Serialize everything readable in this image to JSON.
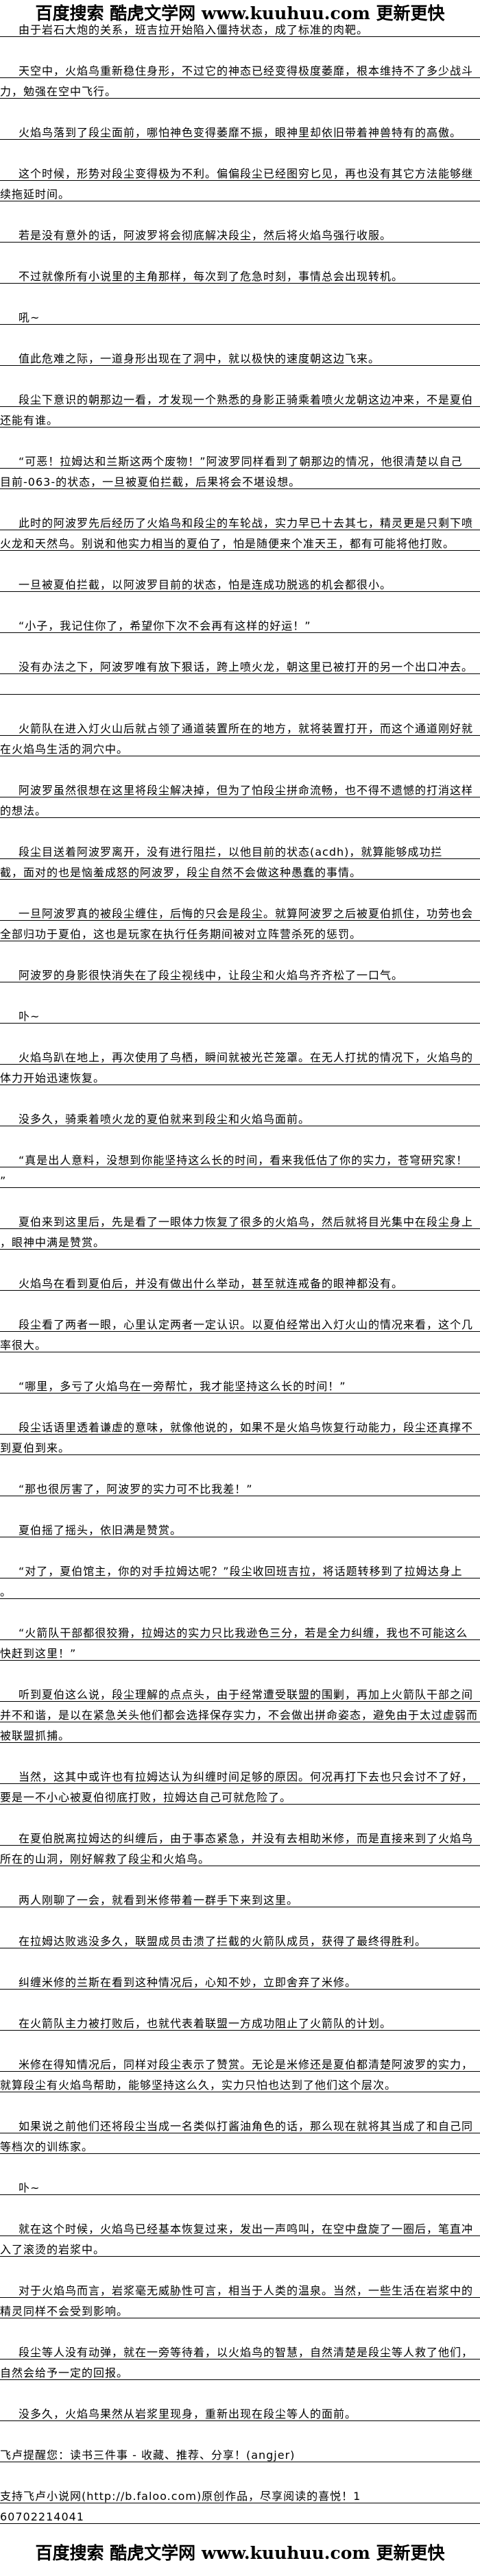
{
  "header_logo": "百度搜索 酷虎文学网 www.kuuhuu.com 更新更快",
  "footer_logo": "百度搜索 酷虎文学网 www.kuuhuu.com 更新更快",
  "paragraphs": [
    {
      "indent": true,
      "lines": [
        "由于岩石大炮的关系，班吉拉开始陷入僵持状态，成了标准的肉靶。"
      ]
    },
    {
      "indent": true,
      "lines": [
        "天空中，火焰鸟重新稳住身形，不过它的神态已经变得极度萎靡，根本维持不了多少战斗",
        "力，勉强在空中飞行。"
      ]
    },
    {
      "indent": true,
      "lines": [
        "火焰鸟落到了段尘面前，哪怕神色变得萎靡不振，眼神里却依旧带着神兽特有的高傲。"
      ]
    },
    {
      "indent": true,
      "lines": [
        "这个时候，形势对段尘变得极为不利。偏偏段尘已经图穷匕见，再也没有其它方法能够继",
        "续拖延时间。"
      ]
    },
    {
      "indent": true,
      "lines": [
        "若是没有意外的话，阿波罗将会彻底解决段尘，然后将火焰鸟强行收服。"
      ]
    },
    {
      "indent": true,
      "lines": [
        "不过就像所有小说里的主角那样，每次到了危急时刻，事情总会出现转机。"
      ]
    },
    {
      "indent": true,
      "lines": [
        "吼~"
      ]
    },
    {
      "indent": true,
      "lines": [
        "值此危难之际，一道身形出现在了洞中，就以极快的速度朝这边飞来。"
      ]
    },
    {
      "indent": true,
      "lines": [
        "段尘下意识的朝那边一看，才发现一个熟悉的身影正骑乘着喷火龙朝这边冲来，不是夏伯",
        "还能有谁。"
      ]
    },
    {
      "indent": true,
      "lines": [
        "“可恶！拉姆达和兰斯这两个废物！”阿波罗同样看到了朝那边的情况，他很清楚以自己",
        "目前-063-的状态，一旦被夏伯拦截，后果将会不堪设想。"
      ]
    },
    {
      "indent": true,
      "lines": [
        "此时的阿波罗先后经历了火焰鸟和段尘的车轮战，实力早已十去其七，精灵更是只剩下喷",
        "火龙和天然鸟。别说和他实力相当的夏伯了，怕是随便来个准天王，都有可能将他打败。"
      ]
    },
    {
      "indent": true,
      "lines": [
        "一旦被夏伯拦截，以阿波罗目前的状态，怕是连成功脱逃的机会都很小。"
      ]
    },
    {
      "indent": true,
      "lines": [
        "“小子，我记住你了，希望你下次不会再有这样的好运！”"
      ]
    },
    {
      "indent": true,
      "lines": [
        "没有办法之下，阿波罗唯有放下狠话，跨上喷火龙，朝这里已被打开的另一个出口冲去。",
        ""
      ]
    },
    {
      "indent": true,
      "lines": [
        "火箭队在进入灯火山后就占领了通道装置所在的地方，就将装置打开，而这个通道刚好就",
        "在火焰鸟生活的洞穴中。"
      ]
    },
    {
      "indent": true,
      "lines": [
        "阿波罗虽然很想在这里将段尘解决掉，但为了怕段尘拼命流畅，也不得不遗憾的打消这样",
        "的想法。"
      ]
    },
    {
      "indent": true,
      "lines": [
        "段尘目送着阿波罗离开，没有进行阻拦，以他目前的状态(acdh)，就算能够成功拦",
        "截，面对的也是恼羞成怒的阿波罗，段尘自然不会做这种愚蠢的事情。"
      ]
    },
    {
      "indent": true,
      "lines": [
        "一旦阿波罗真的被段尘缠住，后悔的只会是段尘。就算阿波罗之后被夏伯抓住，功劳也会",
        "全部归功于夏伯，这也是玩家在执行任务期间被对立阵营杀死的惩罚。"
      ]
    },
    {
      "indent": true,
      "lines": [
        "阿波罗的身影很快消失在了段尘视线中，让段尘和火焰鸟齐齐松了一口气。"
      ]
    },
    {
      "indent": true,
      "lines": [
        "卟~"
      ]
    },
    {
      "indent": true,
      "lines": [
        "火焰鸟趴在地上，再次使用了鸟栖，瞬间就被光芒笼罩。在无人打扰的情况下，火焰鸟的",
        "体力开始迅速恢复。"
      ]
    },
    {
      "indent": true,
      "lines": [
        "没多久，骑乘着喷火龙的夏伯就来到段尘和火焰鸟面前。"
      ]
    },
    {
      "indent": true,
      "lines": [
        "“真是出人意料，没想到你能坚持这么长的时间，看来我低估了你的实力，苍穹研究家！",
        "”"
      ]
    },
    {
      "indent": true,
      "lines": [
        "夏伯来到这里后，先是看了一眼体力恢复了很多的火焰鸟，然后就将目光集中在段尘身上",
        "，眼神中满是赞赏。"
      ]
    },
    {
      "indent": true,
      "lines": [
        "火焰鸟在看到夏伯后，并没有做出什么举动，甚至就连戒备的眼神都没有。"
      ]
    },
    {
      "indent": true,
      "lines": [
        "段尘看了两者一眼，心里认定两者一定认识。以夏伯经常出入灯火山的情况来看，这个几",
        "率很大。"
      ]
    },
    {
      "indent": true,
      "lines": [
        "“哪里，多亏了火焰鸟在一旁帮忙，我才能坚持这么长的时间！”"
      ]
    },
    {
      "indent": true,
      "lines": [
        "段尘话语里透着谦虚的意味，就像他说的，如果不是火焰鸟恢复行动能力，段尘还真撑不",
        "到夏伯到来。"
      ]
    },
    {
      "indent": true,
      "lines": [
        "“那也很厉害了，阿波罗的实力可不比我差！”"
      ]
    },
    {
      "indent": true,
      "lines": [
        "夏伯摇了摇头，依旧满是赞赏。"
      ]
    },
    {
      "indent": true,
      "lines": [
        "“对了，夏伯馆主，你的对手拉姆达呢？”段尘收回班吉拉，将话题转移到了拉姆达身上",
        "。"
      ]
    },
    {
      "indent": true,
      "lines": [
        "“火箭队干部都很狡猾，拉姆达的实力只比我逊色三分，若是全力纠缠，我也不可能这么",
        "快赶到这里！”"
      ]
    },
    {
      "indent": true,
      "lines": [
        "听到夏伯这么说，段尘理解的点点头，由于经常遭受联盟的围剿，再加上火箭队干部之间",
        "并不和谐，是以在紧急关头他们都会选择保存实力，不会做出拼命姿态，避免由于太过虚弱而",
        "被联盟抓捕。"
      ]
    },
    {
      "indent": true,
      "lines": [
        "当然，这其中或许也有拉姆达认为纠缠时间足够的原因。何况再打下去也只会讨不了好，",
        "要是一不小心被夏伯彻底打败，拉姆达自己可就危险了。"
      ]
    },
    {
      "indent": true,
      "lines": [
        "在夏伯脱离拉姆达的纠缠后，由于事态紧急，并没有去相助米修，而是直接来到了火焰鸟",
        "所在的山洞，刚好解救了段尘和火焰鸟。"
      ]
    },
    {
      "indent": true,
      "lines": [
        "两人刚聊了一会，就看到米修带着一群手下来到这里。"
      ]
    },
    {
      "indent": true,
      "lines": [
        "在拉姆达败逃没多久，联盟成员击溃了拦截的火箭队成员，获得了最终得胜利。"
      ]
    },
    {
      "indent": true,
      "lines": [
        "纠缠米修的兰斯在看到这种情况后，心知不妙，立即舍弃了米修。"
      ]
    },
    {
      "indent": true,
      "lines": [
        "在火箭队主力被打败后，也就代表着联盟一方成功阻止了火箭队的计划。"
      ]
    },
    {
      "indent": true,
      "lines": [
        "米修在得知情况后，同样对段尘表示了赞赏。无论是米修还是夏伯都清楚阿波罗的实力，",
        "就算段尘有火焰鸟帮助，能够坚持这么久，实力只怕也达到了他们这个层次。"
      ]
    },
    {
      "indent": true,
      "lines": [
        "如果说之前他们还将段尘当成一名类似打酱油角色的话，那么现在就将其当成了和自己同",
        "等档次的训练家。"
      ]
    },
    {
      "indent": true,
      "lines": [
        "卟~"
      ]
    },
    {
      "indent": true,
      "lines": [
        "就在这个时候，火焰鸟已经基本恢复过来，发出一声鸣叫，在空中盘旋了一圈后，笔直冲",
        "入了滚烫的岩浆中。"
      ]
    },
    {
      "indent": true,
      "lines": [
        "对于火焰鸟而言，岩浆毫无威胁性可言，相当于人类的温泉。当然，一些生活在岩浆中的",
        "精灵同样不会受到影响。"
      ]
    },
    {
      "indent": true,
      "lines": [
        "段尘等人没有动弹，就在一旁等待着，以火焰鸟的智慧，自然清楚是段尘等人救了他们，",
        "自然会给予一定的回报。"
      ]
    },
    {
      "indent": true,
      "lines": [
        "没多久，火焰鸟果然从岩浆里现身，重新出现在段尘等人的面前。"
      ]
    },
    {
      "indent": false,
      "lines": [
        "飞卢提醒您：读书三件事 - 收藏、推荐、分享！(angjer)"
      ]
    },
    {
      "indent": false,
      "lines": [
        "支持飞卢小说网(http://b.faloo.com)原创作品，尽享阅读的喜悦！1",
        "60702214041"
      ]
    }
  ]
}
